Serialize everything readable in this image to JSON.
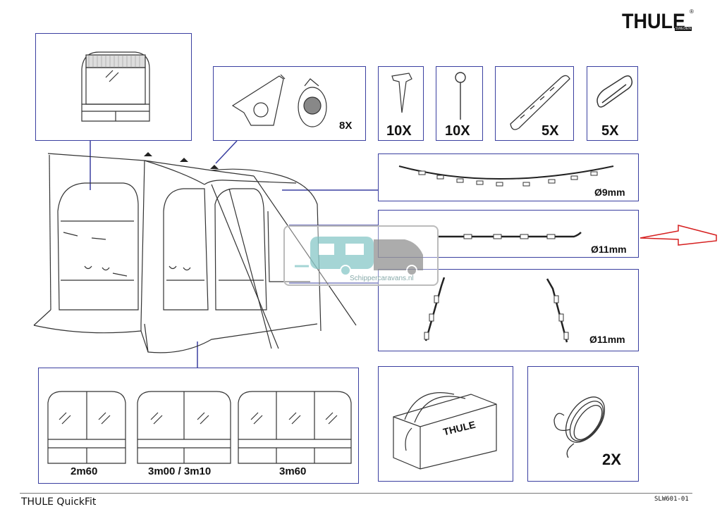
{
  "brand": {
    "logo_text": "THULE",
    "logo_sub": "SWEDEN",
    "registered": "®"
  },
  "parts": {
    "fixing_kit": {
      "qty": "8X"
    },
    "pegs": {
      "qty": "10X"
    },
    "pins": {
      "qty": "10X"
    },
    "rubber_straps": {
      "qty": "5X"
    },
    "rings": {
      "qty": "5X"
    },
    "rope_9mm": {
      "diameter": "Ø9mm"
    },
    "rope_11mm_a": {
      "diameter": "Ø11mm"
    },
    "rope_11mm_b": {
      "diameter": "Ø11mm"
    },
    "guy_ropes": {
      "qty": "2X"
    }
  },
  "sizes": [
    "2m60",
    "3m00 / 3m10",
    "3m60"
  ],
  "bag": {
    "logo_text": "THULE"
  },
  "watermark": {
    "text": "Schippercaravans.nl"
  },
  "footer": {
    "title": "THULE QuickFit",
    "code": "SLW601-01"
  },
  "colors": {
    "box_border": "#3a3fa0",
    "arrow": "#d62020",
    "watermark": "#7fc4c4"
  }
}
